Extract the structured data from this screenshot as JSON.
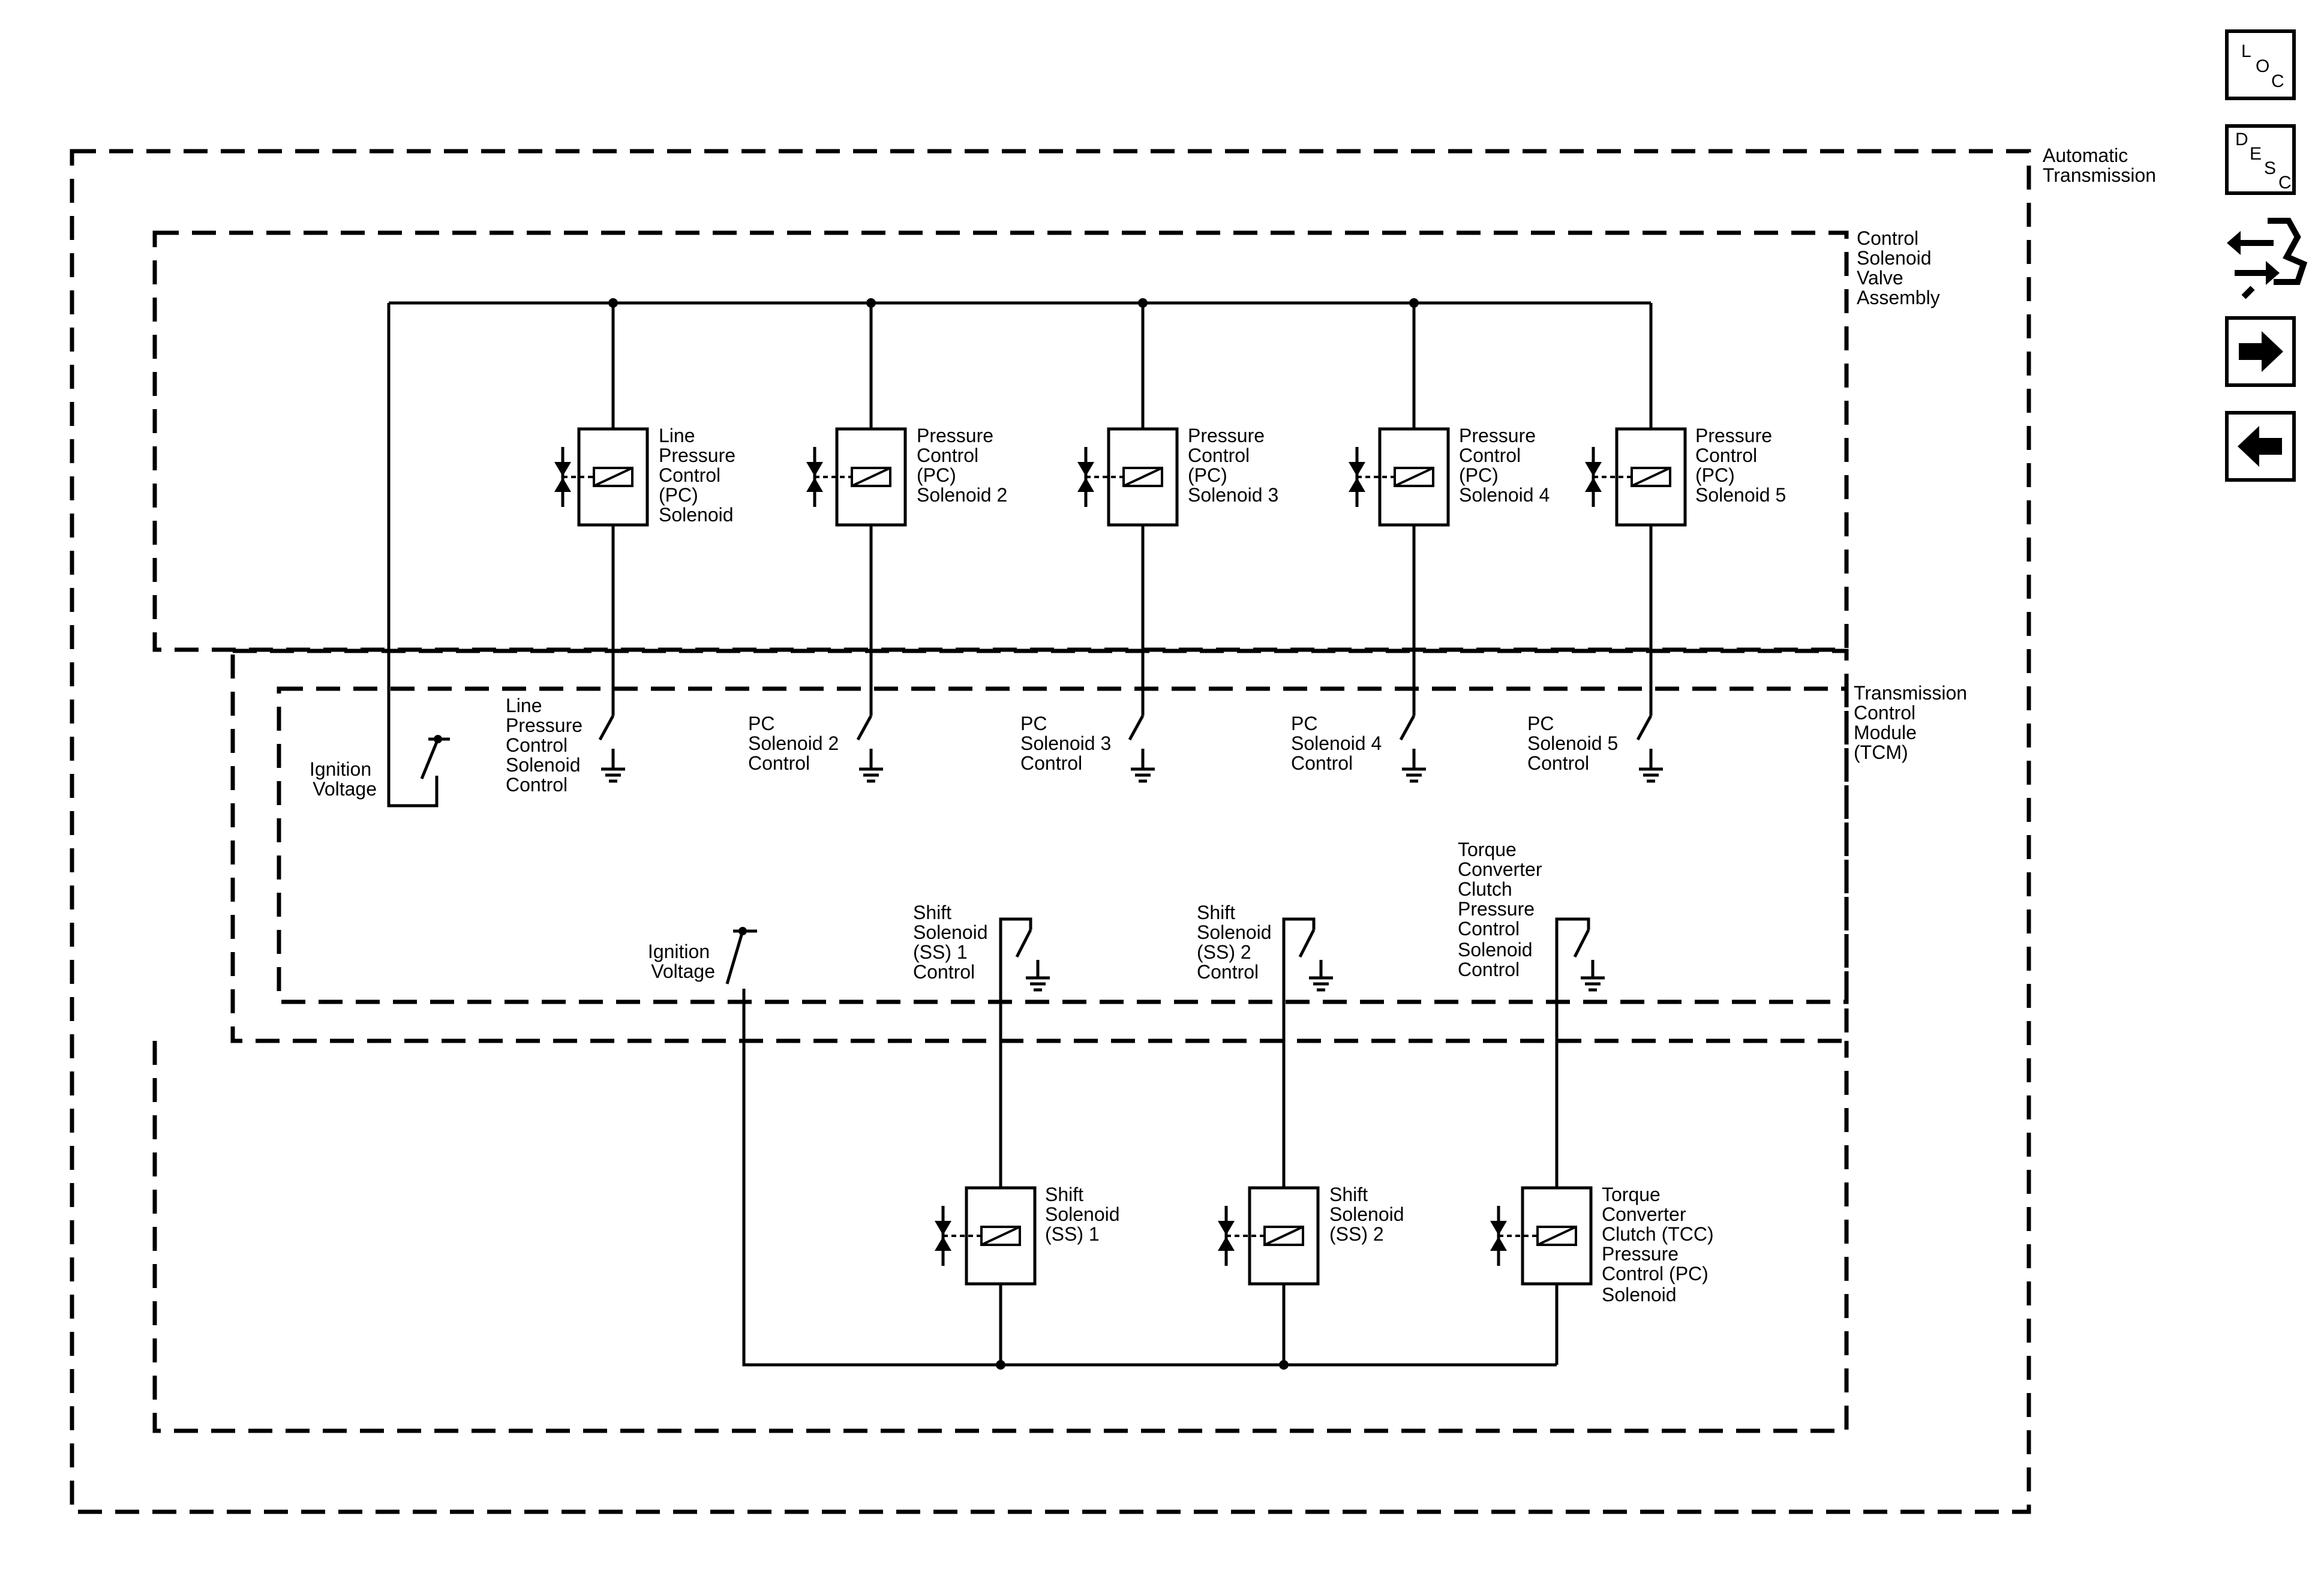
{
  "diagram": {
    "boxes": {
      "automatic_transmission": [
        "Automatic",
        "Transmission"
      ],
      "control_solenoid_valve_assembly": [
        "Control",
        "Solenoid",
        "Valve",
        "Assembly"
      ],
      "tcm": [
        "Transmission",
        "Control",
        "Module",
        "(TCM)"
      ]
    },
    "upper_solenoids": [
      {
        "label": [
          "Line",
          "Pressure",
          "Control",
          "(PC)",
          "Solenoid"
        ]
      },
      {
        "label": [
          "Pressure",
          "Control",
          "(PC)",
          "Solenoid 2"
        ]
      },
      {
        "label": [
          "Pressure",
          "Control",
          "(PC)",
          "Solenoid 3"
        ]
      },
      {
        "label": [
          "Pressure",
          "Control",
          "(PC)",
          "Solenoid 4"
        ]
      },
      {
        "label": [
          "Pressure",
          "Control",
          "(PC)",
          "Solenoid 5"
        ]
      }
    ],
    "upper_controls": [
      {
        "label": [
          "Line",
          "Pressure",
          "Control",
          "Solenoid",
          "Control"
        ]
      },
      {
        "label": [
          "PC",
          "Solenoid 2",
          "Control"
        ]
      },
      {
        "label": [
          "PC",
          "Solenoid 3",
          "Control"
        ]
      },
      {
        "label": [
          "PC",
          "Solenoid 4",
          "Control"
        ]
      },
      {
        "label": [
          "PC",
          "Solenoid 5",
          "Control"
        ]
      }
    ],
    "ignition_upper": [
      "Ignition",
      "Voltage"
    ],
    "ignition_lower": [
      "Ignition",
      "Voltage"
    ],
    "lower_controls": [
      {
        "label": [
          "Shift",
          "Solenoid",
          "(SS) 1",
          "Control"
        ]
      },
      {
        "label": [
          "Shift",
          "Solenoid",
          "(SS) 2",
          "Control"
        ]
      },
      {
        "label": [
          "Torque",
          "Converter",
          "Clutch",
          "Pressure",
          "Control",
          "Solenoid",
          "Control"
        ]
      }
    ],
    "lower_solenoids": [
      {
        "label": [
          "Shift",
          "Solenoid",
          "(SS) 1"
        ]
      },
      {
        "label": [
          "Shift",
          "Solenoid",
          "(SS) 2"
        ]
      },
      {
        "label": [
          "Torque",
          "Converter",
          "Clutch (TCC)",
          "Pressure",
          "Control (PC)",
          "Solenoid"
        ]
      }
    ]
  },
  "nav": {
    "loc": [
      "L",
      "O",
      "C"
    ],
    "desc": [
      "D",
      "E",
      "S",
      "C"
    ],
    "icons": [
      "loc-icon",
      "desc-icon",
      "connector-icon",
      "next-arrow-icon",
      "previous-arrow-icon"
    ]
  }
}
